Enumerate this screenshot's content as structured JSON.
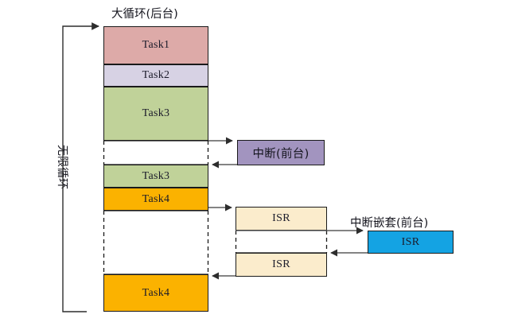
{
  "diagram": {
    "title_main_loop": "大循环(后台)",
    "label_infinite_loop": "无限循环",
    "label_interrupt": "中断(前台)",
    "label_nested_interrupt": "中断嵌套(前台)",
    "tasks": [
      {
        "name": "task1",
        "label": "Task1",
        "color": "#ddaaa8"
      },
      {
        "name": "task2",
        "label": "Task2",
        "color": "#d7d2e4"
      },
      {
        "name": "task3-first",
        "label": "Task3",
        "color": "#c0d299"
      },
      {
        "name": "task3-second",
        "label": "Task3",
        "color": "#c0d299"
      },
      {
        "name": "task4-first",
        "label": "Task4",
        "color": "#fbb200"
      },
      {
        "name": "task4-second",
        "label": "Task4",
        "color": "#fbb200"
      }
    ],
    "interrupt_block": {
      "label": "中断(前台)",
      "color": "#a294bf"
    },
    "isr_blocks": [
      {
        "label": "ISR",
        "color": "#fbeccc"
      },
      {
        "label": "ISR",
        "color": "#fbeccc"
      }
    ],
    "nested_isr_block": {
      "label": "ISR",
      "color": "#14a3e3"
    },
    "colors": {
      "task1": "#ddaaa8",
      "task2": "#d7d2e4",
      "task3": "#c0d299",
      "task4": "#fbb200",
      "interrupt": "#a294bf",
      "isr": "#fbeccc",
      "nested_isr": "#14a3e3",
      "outline": "#1a1a1a",
      "arrow": "#3a3a3a"
    }
  }
}
